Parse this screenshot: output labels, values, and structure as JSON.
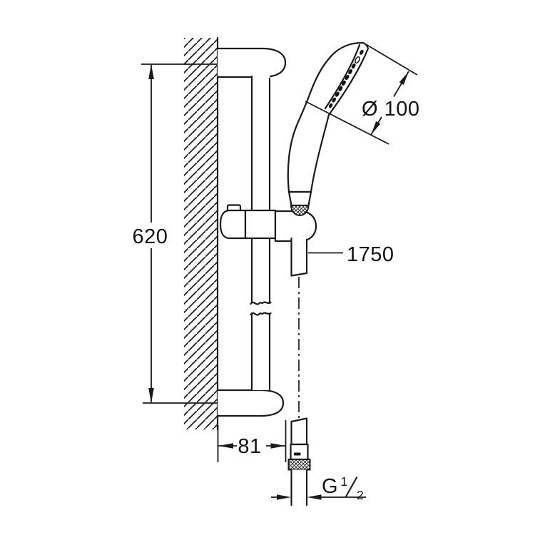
{
  "drawing": {
    "description": "Technical dimension drawing of a wall-mounted shower slider rail set with hand shower, hose and connector",
    "background_color": "#ffffff",
    "line_color": "#1a1a1a"
  },
  "labels": {
    "rail_height": "620",
    "head_diameter": "Ø 100",
    "hose_length": "1750",
    "bracket_width": "81",
    "thread_letter": "G",
    "thread_numerator": "1",
    "thread_denominator": "2"
  },
  "parts": [
    "wall",
    "top-bracket",
    "shower-rail",
    "rail-break",
    "slider-holder",
    "hand-shower",
    "spray-face",
    "shower-hose",
    "hose-connector",
    "bottom-bracket"
  ]
}
